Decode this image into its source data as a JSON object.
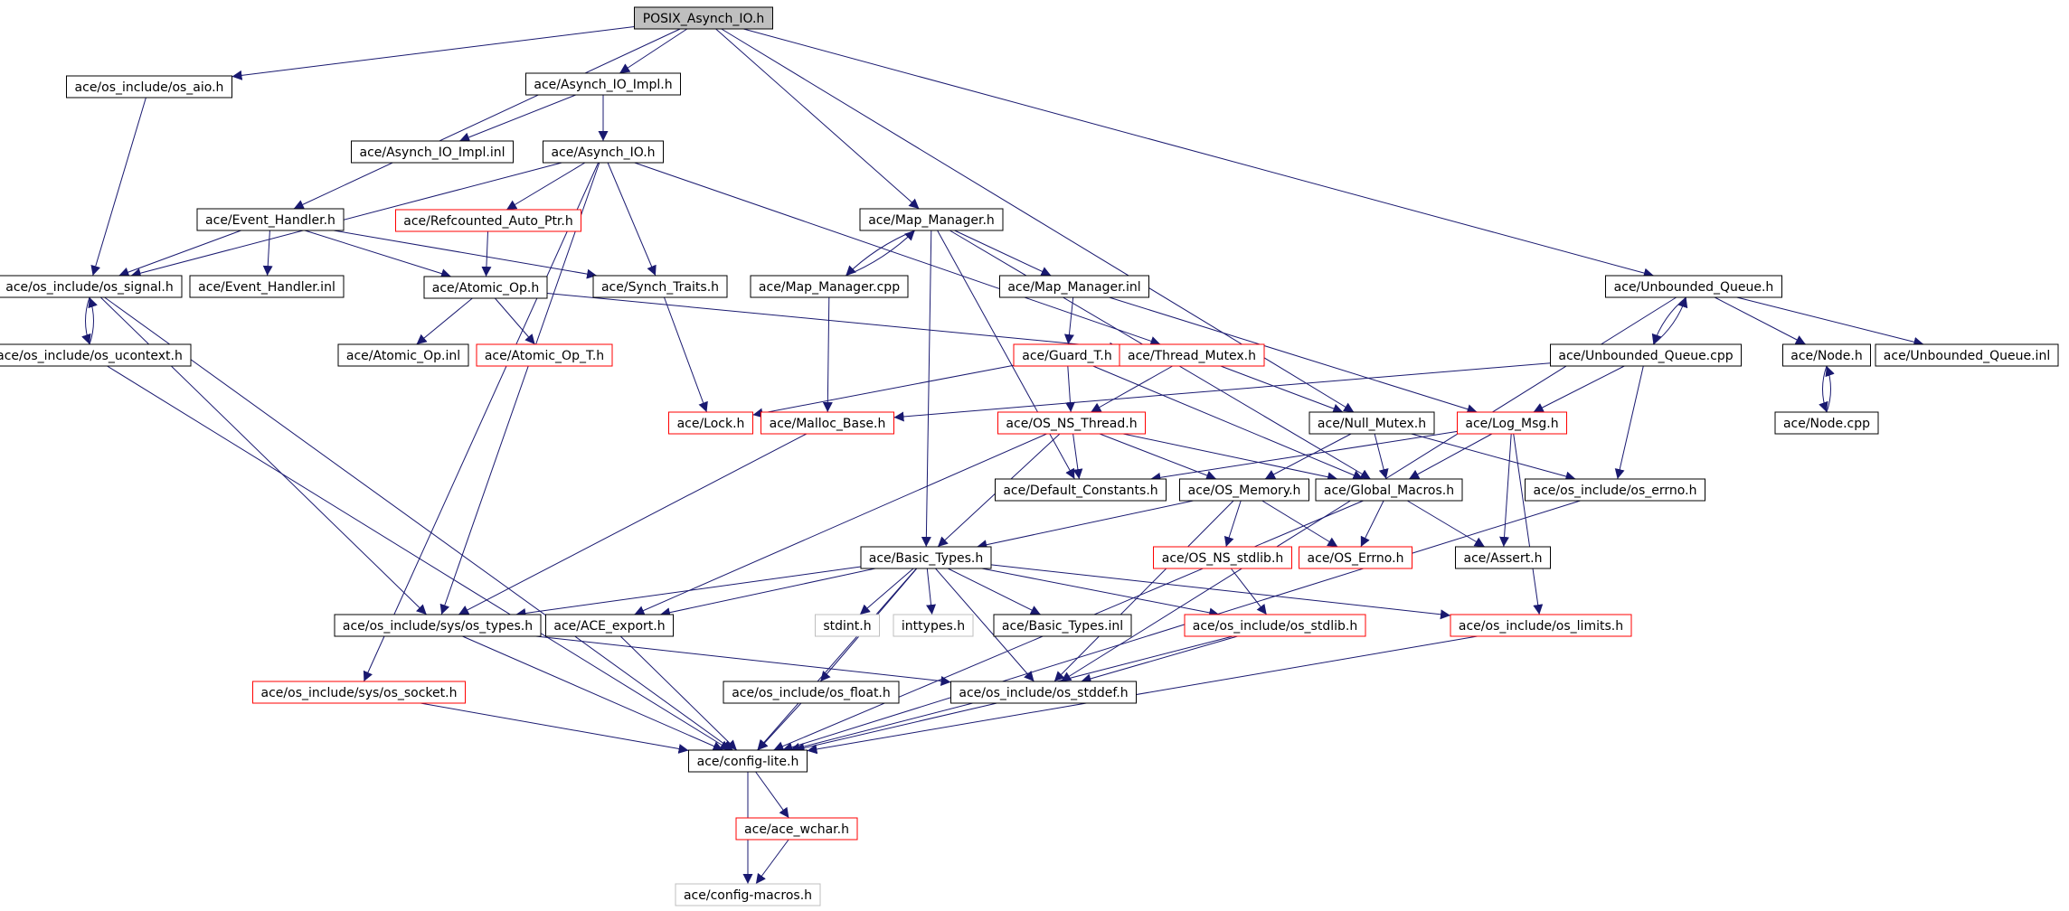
{
  "graph": {
    "colors": {
      "edge": "#191970",
      "node_border": "#000000",
      "node_border_missing_doc": "#ff0000",
      "node_border_external": "#bfbfbf",
      "node_fill": "#ffffff",
      "root_fill": "#bfbfbf",
      "text": "#000000"
    },
    "nodes": [
      {
        "id": "posix",
        "label": "POSIX_Asynch_IO.h",
        "kind": "root"
      },
      {
        "id": "os_aio",
        "label": "ace/os_include/os_aio.h",
        "kind": "normal"
      },
      {
        "id": "aimpl",
        "label": "ace/Asynch_IO_Impl.h",
        "kind": "normal"
      },
      {
        "id": "aimplinl",
        "label": "ace/Asynch_IO_Impl.inl",
        "kind": "normal"
      },
      {
        "id": "aio",
        "label": "ace/Asynch_IO.h",
        "kind": "normal"
      },
      {
        "id": "refcnt",
        "label": "ace/Refcounted_Auto_Ptr.h",
        "kind": "missing"
      },
      {
        "id": "evh",
        "label": "ace/Event_Handler.h",
        "kind": "normal"
      },
      {
        "id": "evhinl",
        "label": "ace/Event_Handler.inl",
        "kind": "normal"
      },
      {
        "id": "signal",
        "label": "ace/os_include/os_signal.h",
        "kind": "normal"
      },
      {
        "id": "ucontext",
        "label": "ace/os_include/os_ucontext.h",
        "kind": "normal"
      },
      {
        "id": "atomic",
        "label": "ace/Atomic_Op.h",
        "kind": "normal"
      },
      {
        "id": "atomicinl",
        "label": "ace/Atomic_Op.inl",
        "kind": "normal"
      },
      {
        "id": "atomict",
        "label": "ace/Atomic_Op_T.h",
        "kind": "missing"
      },
      {
        "id": "synch",
        "label": "ace/Synch_Traits.h",
        "kind": "normal"
      },
      {
        "id": "mapmgr",
        "label": "ace/Map_Manager.h",
        "kind": "normal"
      },
      {
        "id": "mapcpp",
        "label": "ace/Map_Manager.cpp",
        "kind": "normal"
      },
      {
        "id": "mapinl",
        "label": "ace/Map_Manager.inl",
        "kind": "normal"
      },
      {
        "id": "guard",
        "label": "ace/Guard_T.h",
        "kind": "missing"
      },
      {
        "id": "thrmutex",
        "label": "ace/Thread_Mutex.h",
        "kind": "missing"
      },
      {
        "id": "lock",
        "label": "ace/Lock.h",
        "kind": "missing"
      },
      {
        "id": "malloc",
        "label": "ace/Malloc_Base.h",
        "kind": "missing"
      },
      {
        "id": "osnsthr",
        "label": "ace/OS_NS_Thread.h",
        "kind": "missing"
      },
      {
        "id": "nullmutex",
        "label": "ace/Null_Mutex.h",
        "kind": "normal"
      },
      {
        "id": "logmsg",
        "label": "ace/Log_Msg.h",
        "kind": "missing"
      },
      {
        "id": "defconst",
        "label": "ace/Default_Constants.h",
        "kind": "normal"
      },
      {
        "id": "osmem",
        "label": "ace/OS_Memory.h",
        "kind": "normal"
      },
      {
        "id": "glob",
        "label": "ace/Global_Macros.h",
        "kind": "normal"
      },
      {
        "id": "errno",
        "label": "ace/os_include/os_errno.h",
        "kind": "normal"
      },
      {
        "id": "uq",
        "label": "ace/Unbounded_Queue.h",
        "kind": "normal"
      },
      {
        "id": "uqcpp",
        "label": "ace/Unbounded_Queue.cpp",
        "kind": "normal"
      },
      {
        "id": "node",
        "label": "ace/Node.h",
        "kind": "normal"
      },
      {
        "id": "nodecpp",
        "label": "ace/Node.cpp",
        "kind": "normal"
      },
      {
        "id": "uqinl",
        "label": "ace/Unbounded_Queue.inl",
        "kind": "normal"
      },
      {
        "id": "basic",
        "label": "ace/Basic_Types.h",
        "kind": "normal"
      },
      {
        "id": "nsstdlib",
        "label": "ace/OS_NS_stdlib.h",
        "kind": "missing"
      },
      {
        "id": "oserrno",
        "label": "ace/OS_Errno.h",
        "kind": "missing"
      },
      {
        "id": "assert",
        "label": "ace/Assert.h",
        "kind": "normal"
      },
      {
        "id": "systypes",
        "label": "ace/os_include/sys/os_types.h",
        "kind": "normal"
      },
      {
        "id": "export",
        "label": "ace/ACE_export.h",
        "kind": "normal"
      },
      {
        "id": "stdint",
        "label": "stdint.h",
        "kind": "external"
      },
      {
        "id": "inttypes",
        "label": "inttypes.h",
        "kind": "external"
      },
      {
        "id": "basicinl",
        "label": "ace/Basic_Types.inl",
        "kind": "normal"
      },
      {
        "id": "osstdlib",
        "label": "ace/os_include/os_stdlib.h",
        "kind": "missing"
      },
      {
        "id": "limits",
        "label": "ace/os_include/os_limits.h",
        "kind": "missing"
      },
      {
        "id": "socket",
        "label": "ace/os_include/sys/os_socket.h",
        "kind": "missing"
      },
      {
        "id": "float",
        "label": "ace/os_include/os_float.h",
        "kind": "normal"
      },
      {
        "id": "stddef",
        "label": "ace/os_include/os_stddef.h",
        "kind": "normal"
      },
      {
        "id": "config",
        "label": "ace/config-lite.h",
        "kind": "normal"
      },
      {
        "id": "wchar",
        "label": "ace/ace_wchar.h",
        "kind": "missing"
      },
      {
        "id": "macros",
        "label": "ace/config-macros.h",
        "kind": "external"
      }
    ],
    "edges": [
      [
        "posix",
        "os_aio"
      ],
      [
        "posix",
        "aimpl"
      ],
      [
        "posix",
        "evh"
      ],
      [
        "posix",
        "mapmgr"
      ],
      [
        "posix",
        "nullmutex"
      ],
      [
        "posix",
        "uq"
      ],
      [
        "os_aio",
        "signal"
      ],
      [
        "aimpl",
        "aimplinl"
      ],
      [
        "aimpl",
        "aio"
      ],
      [
        "aio",
        "refcnt"
      ],
      [
        "aio",
        "signal"
      ],
      [
        "aio",
        "synch"
      ],
      [
        "aio",
        "thrmutex"
      ],
      [
        "aio",
        "socket"
      ],
      [
        "aio",
        "systypes"
      ],
      [
        "refcnt",
        "atomic"
      ],
      [
        "evh",
        "signal"
      ],
      [
        "evh",
        "evhinl"
      ],
      [
        "evh",
        "atomic"
      ],
      [
        "evh",
        "synch"
      ],
      [
        "signal",
        "ucontext"
      ],
      [
        "signal",
        "systypes"
      ],
      [
        "signal",
        "config"
      ],
      [
        "ucontext",
        "signal"
      ],
      [
        "ucontext",
        "config"
      ],
      [
        "atomic",
        "atomicinl"
      ],
      [
        "atomic",
        "atomict"
      ],
      [
        "atomic",
        "thrmutex"
      ],
      [
        "synch",
        "lock"
      ],
      [
        "mapmgr",
        "mapcpp"
      ],
      [
        "mapmgr",
        "mapinl"
      ],
      [
        "mapmgr",
        "defconst"
      ],
      [
        "mapmgr",
        "basic"
      ],
      [
        "mapmgr",
        "glob"
      ],
      [
        "mapcpp",
        "mapmgr"
      ],
      [
        "mapcpp",
        "malloc"
      ],
      [
        "mapinl",
        "guard"
      ],
      [
        "mapinl",
        "logmsg"
      ],
      [
        "guard",
        "lock"
      ],
      [
        "guard",
        "osnsthr"
      ],
      [
        "guard",
        "glob"
      ],
      [
        "thrmutex",
        "osnsthr"
      ],
      [
        "thrmutex",
        "nullmutex"
      ],
      [
        "malloc",
        "systypes"
      ],
      [
        "osnsthr",
        "defconst"
      ],
      [
        "osnsthr",
        "osmem"
      ],
      [
        "osnsthr",
        "glob"
      ],
      [
        "osnsthr",
        "basic"
      ],
      [
        "osnsthr",
        "export"
      ],
      [
        "nullmutex",
        "osmem"
      ],
      [
        "nullmutex",
        "glob"
      ],
      [
        "nullmutex",
        "errno"
      ],
      [
        "logmsg",
        "defconst"
      ],
      [
        "logmsg",
        "glob"
      ],
      [
        "logmsg",
        "assert"
      ],
      [
        "logmsg",
        "limits"
      ],
      [
        "uq",
        "uqcpp"
      ],
      [
        "uq",
        "node"
      ],
      [
        "uq",
        "uqinl"
      ],
      [
        "uq",
        "stddef"
      ],
      [
        "uqcpp",
        "uq"
      ],
      [
        "uqcpp",
        "malloc"
      ],
      [
        "uqcpp",
        "logmsg"
      ],
      [
        "uqcpp",
        "errno"
      ],
      [
        "node",
        "nodecpp"
      ],
      [
        "nodecpp",
        "node"
      ],
      [
        "osmem",
        "basic"
      ],
      [
        "osmem",
        "nsstdlib"
      ],
      [
        "osmem",
        "oserrno"
      ],
      [
        "osmem",
        "stddef"
      ],
      [
        "glob",
        "oserrno"
      ],
      [
        "glob",
        "assert"
      ],
      [
        "glob",
        "config"
      ],
      [
        "errno",
        "config"
      ],
      [
        "nsstdlib",
        "osstdlib"
      ],
      [
        "basic",
        "systypes"
      ],
      [
        "basic",
        "export"
      ],
      [
        "basic",
        "stdint"
      ],
      [
        "basic",
        "inttypes"
      ],
      [
        "basic",
        "basicinl"
      ],
      [
        "basic",
        "osstdlib"
      ],
      [
        "basic",
        "limits"
      ],
      [
        "basic",
        "float"
      ],
      [
        "basic",
        "stddef"
      ],
      [
        "basic",
        "config"
      ],
      [
        "systypes",
        "stddef"
      ],
      [
        "systypes",
        "config"
      ],
      [
        "export",
        "config"
      ],
      [
        "osstdlib",
        "stddef"
      ],
      [
        "osstdlib",
        "config"
      ],
      [
        "limits",
        "config"
      ],
      [
        "socket",
        "config"
      ],
      [
        "float",
        "config"
      ],
      [
        "stddef",
        "config"
      ],
      [
        "config",
        "wchar"
      ],
      [
        "config",
        "macros"
      ],
      [
        "wchar",
        "macros"
      ]
    ]
  }
}
